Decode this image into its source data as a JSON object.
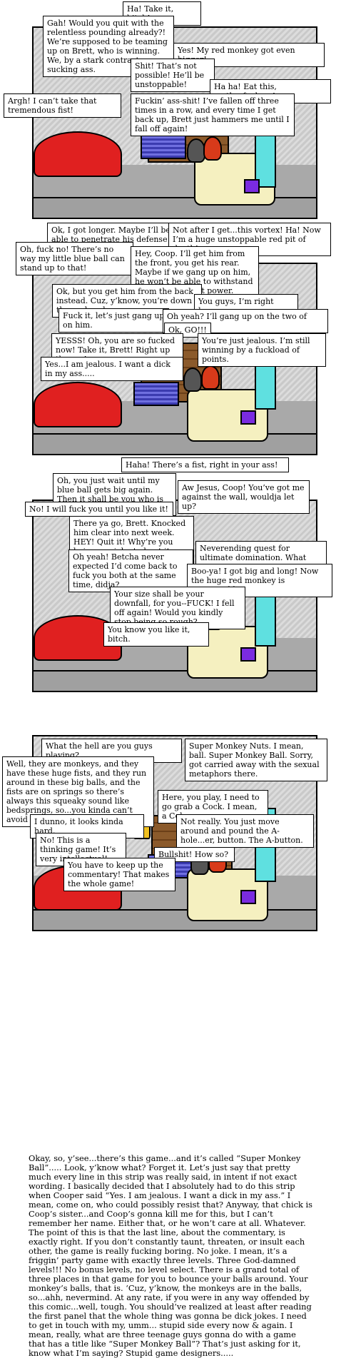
{
  "panels": [
    {
      "bubbles": [
        "Ha! Take it, bitch!",
        "Gah! Would you quit with the relentless pounding already?! We’re supposed to be teaming up on Brett, who is winning. We, by a stark contrast, are sucking ass.",
        "Yes! My red monkey got even bigger!",
        "Shit! That’s not possible! He’ll be unstoppable!",
        "Ha ha! Eat this, motherfuckers!",
        "Argh! I can’t take that tremendous fist!",
        "Fuckin’ ass-shit! I’ve fallen off three times in a row, and every time I get back up, Brett just hammers me until I fall off again!"
      ]
    },
    {
      "bubbles": [
        "Ok, I got longer. Maybe I’ll be able to penetrate his defense now.",
        "Not after I get...this vortex! Ha! Now I’m a huge unstoppable red pit of death!",
        "Oh, fuck no! There’s no way my little blue ball can stand up to that!",
        "Hey, Coop. I’ll get him from the front, you get his rear. Maybe if we gang up on him, he won’t be able to withstand our combined fist power.",
        "Ok, but you get him from the back instead. Cuz, y’know, you’re down there already.",
        "You guys, I’m right here...",
        "Fuck it, let’s just gang up on him.",
        "Oh yeah? I’ll gang up on the two of you!",
        "Ok, GO!!!",
        "YESSS! Oh, you are so fucked now! Take it, Brett! Right up the ass!",
        "You’re just jealous. I’m still winning by a fuckload of points.",
        "Yes...I am jealous. I want a dick in my ass....."
      ]
    },
    {
      "bubbles": [
        "Haha! There’s a fist, right in your ass!",
        "Oh, you just wait until my blue ball gets big again. Then it shall be you who is getting repeatedly fisted.",
        "Aw Jesus, Coop! You’ve got me against the wall, wouldja let up?",
        "No! I will fuck you until you like it!",
        "There ya go, Brett. Knocked him clear into next week. HEY! Quit it! Why’re you being so violent about it now?",
        "Neverending quest for ultimate domination. What can I say?",
        "Oh yeah! Betcha never expected I’d come back to fuck you both at the same time, didja?",
        "Boo-ya! I got big and long! Now the huge red monkey is unstoppable!",
        "Your size shall be your downfall, for you--FUCK! I fell off again! Would you kindly stop being so rough?",
        "You know you like it, bitch."
      ]
    },
    {
      "bubbles": [
        "What the hell are you guys playing?",
        "Super Monkey Nuts. I mean, ball. Super Monkey Ball. Sorry, got carried away with the sexual metaphors there.",
        "Well, they are monkeys, and they have these huge fists, and they run around in these big balls, and the fists are on springs so there’s always this squeaky sound like bedsprings, so...you kinda can’t avoid it.",
        "Here, you play, I need to go grab a Cock. I mean, a Coke.",
        "I dunno, it looks kinda hard.",
        "Not really. You just move around and pound the A-hole...er, button. The A-button.",
        "No! This is a thinking game! It’s very intellectual!",
        "Bullshit! How so?",
        "You have to keep up the commentary! That makes the whole game!"
      ]
    }
  ],
  "caption": "Okay, so, y’see...there’s this game...and it’s called “Super Monkey Ball”..... Look, y’know what? Forget it. Let’s just say that pretty much every line in this strip was really said, in intent if not exact wording. I basically decided that I absolutely had to do this strip when Cooper said “Yes. I am jealous. I want a dick in my ass.” I mean, come on, who could possibly resist that? Anyway, that chick is Coop’s sister...and Coop’s gonna kill me for this, but I can’t remember her name. Either that, or he won’t care at all. Whatever. The point of this is that the last line, about the commentary, is exactly right. If you don’t constantly taunt, threaten, or insult each other, the game is really fucking boring. No joke. I mean, it’s a friggin’ party game with exactly three levels. Three God-damned levels!!! No bonus levels, no level select. There is a grand total of three places in that game for you to bounce your balls around. Your monkey’s balls, that is. ‘Cuz, y’know, the monkeys are in the balls, so...ahh, nevermind. At any rate, if you were in any way offended by this comic...well, tough. You should’ve realized at least after reading the first panel that the whole thing was gonna be dick jokes. I need to get in touch with my, umm... stupid side every now & again. I mean, really, what are three teenage guys gonna do with a game that has a title like “Super Monkey Ball”? That’s just asking for it, know what I’m saying? Stupid game designers....."
}
